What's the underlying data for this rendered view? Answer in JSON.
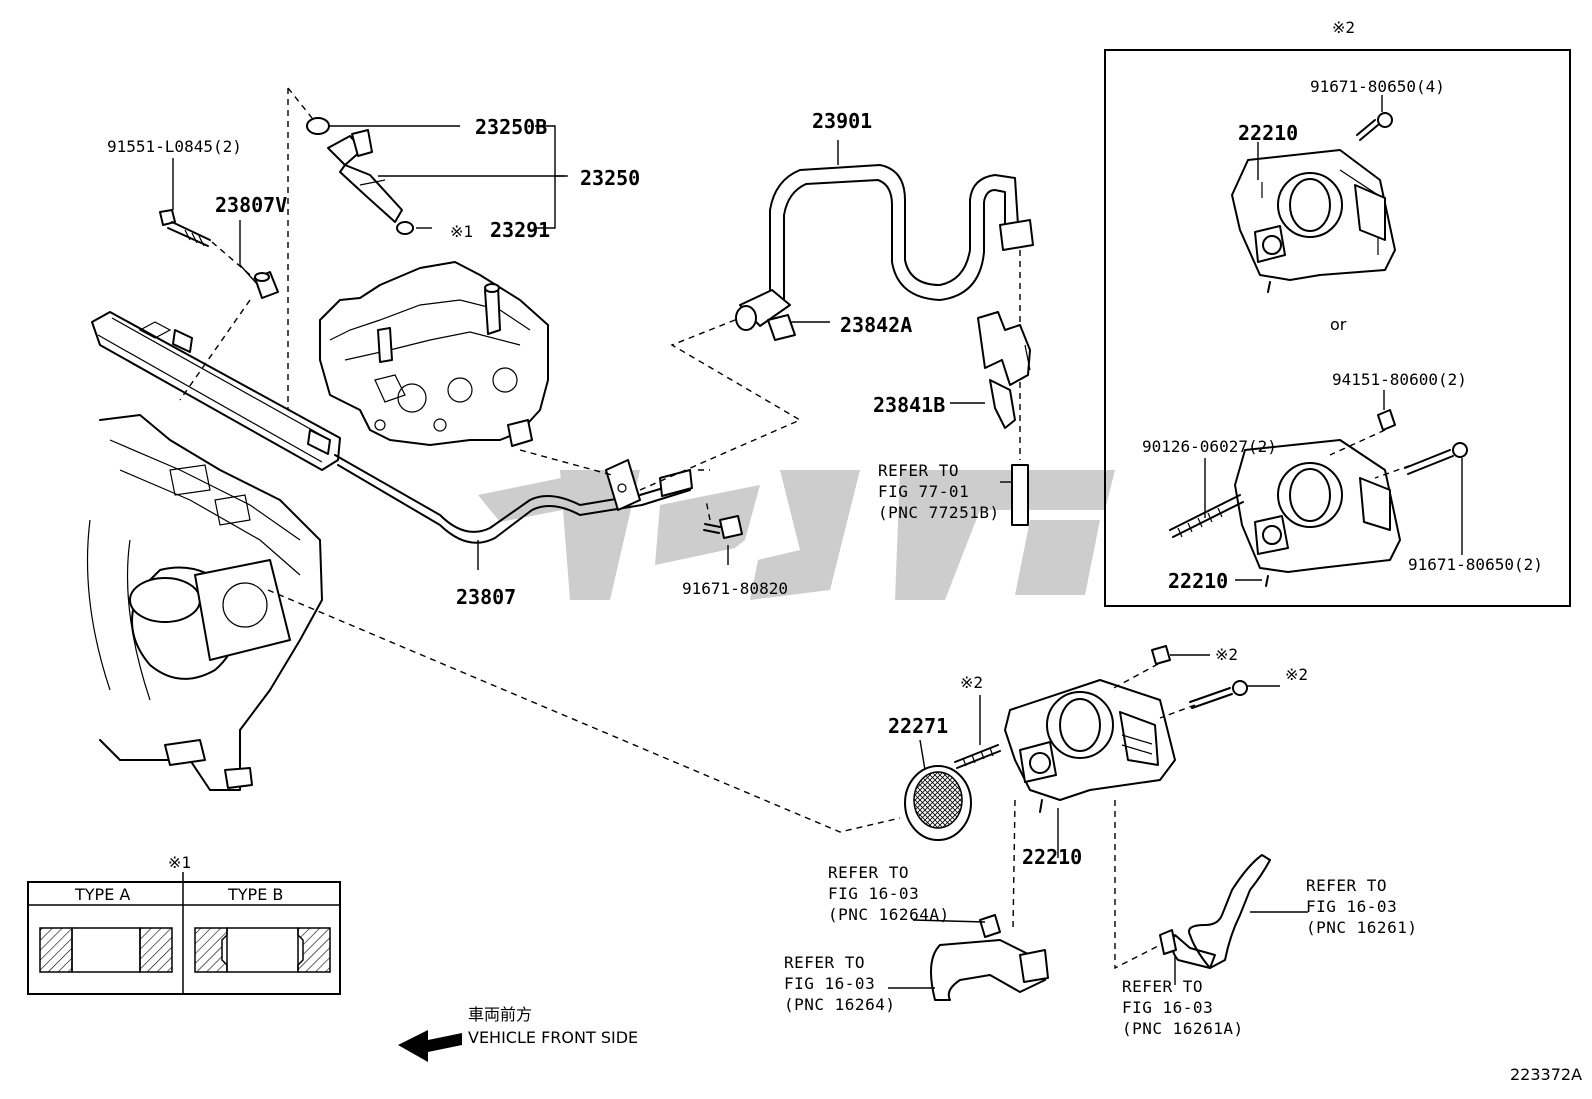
{
  "callouts": {
    "c_23250B": "23250B",
    "c_23250": "23250",
    "c_23291": "23291",
    "c_note1_inj": "※1",
    "c_91551": "91551-L0845(2)",
    "c_23807V": "23807V",
    "c_23807": "23807",
    "c_91671_80820": "91671-80820",
    "c_23901": "23901",
    "c_23842A": "23842A",
    "c_23841B": "23841B",
    "c_22271": "22271",
    "c_22210_main": "22210",
    "c_note2_22271": "※2",
    "c_note2_nut": "※2",
    "c_note2_bolt": "※2"
  },
  "refs": {
    "r77": {
      "l1": "REFER TO",
      "l2": "FIG 77-01",
      "l3": "(PNC 77251B)"
    },
    "r16264A": {
      "l1": "REFER TO",
      "l2": "FIG 16-03",
      "l3": "(PNC 16264A)"
    },
    "r16264": {
      "l1": "REFER TO",
      "l2": "FIG 16-03",
      "l3": "(PNC 16264)"
    },
    "r16261": {
      "l1": "REFER TO",
      "l2": "FIG 16-03",
      "l3": "(PNC 16261)"
    },
    "r16261A": {
      "l1": "REFER TO",
      "l2": "FIG 16-03",
      "l3": "(PNC 16261A)"
    }
  },
  "inset": {
    "note": "※2",
    "top_bolt": "91671-80650(4)",
    "top_part": "22210",
    "or": "or",
    "nut": "94151-80600(2)",
    "stud": "90126-06027(2)",
    "bottom_bolt": "91671-80650(2)",
    "bottom_part": "22210"
  },
  "type_table": {
    "note": "※1",
    "col_a": "TYPE A",
    "col_b": "TYPE B"
  },
  "direction": {
    "japanese": "車両前方",
    "english": "VEHICLE FRONT SIDE"
  },
  "figure_id": "223372A",
  "watermark_color": "#c8c8c8"
}
